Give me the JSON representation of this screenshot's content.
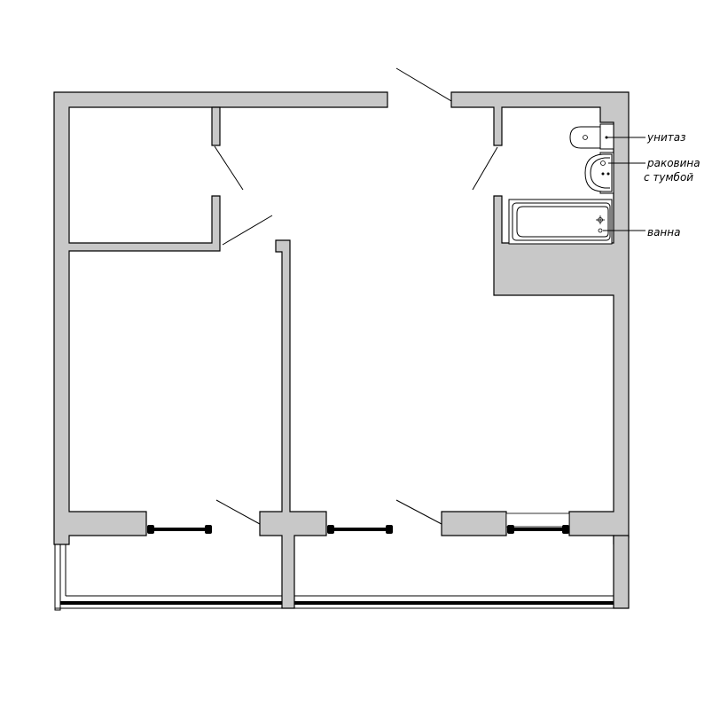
{
  "colors": {
    "wall_fill": "#c8c8c8",
    "line": "#000000",
    "background": "#ffffff"
  },
  "labels": {
    "toilet": "унитаз",
    "sink_line1": "раковина",
    "sink_line2": "с тумбой",
    "bath": "ванна"
  }
}
